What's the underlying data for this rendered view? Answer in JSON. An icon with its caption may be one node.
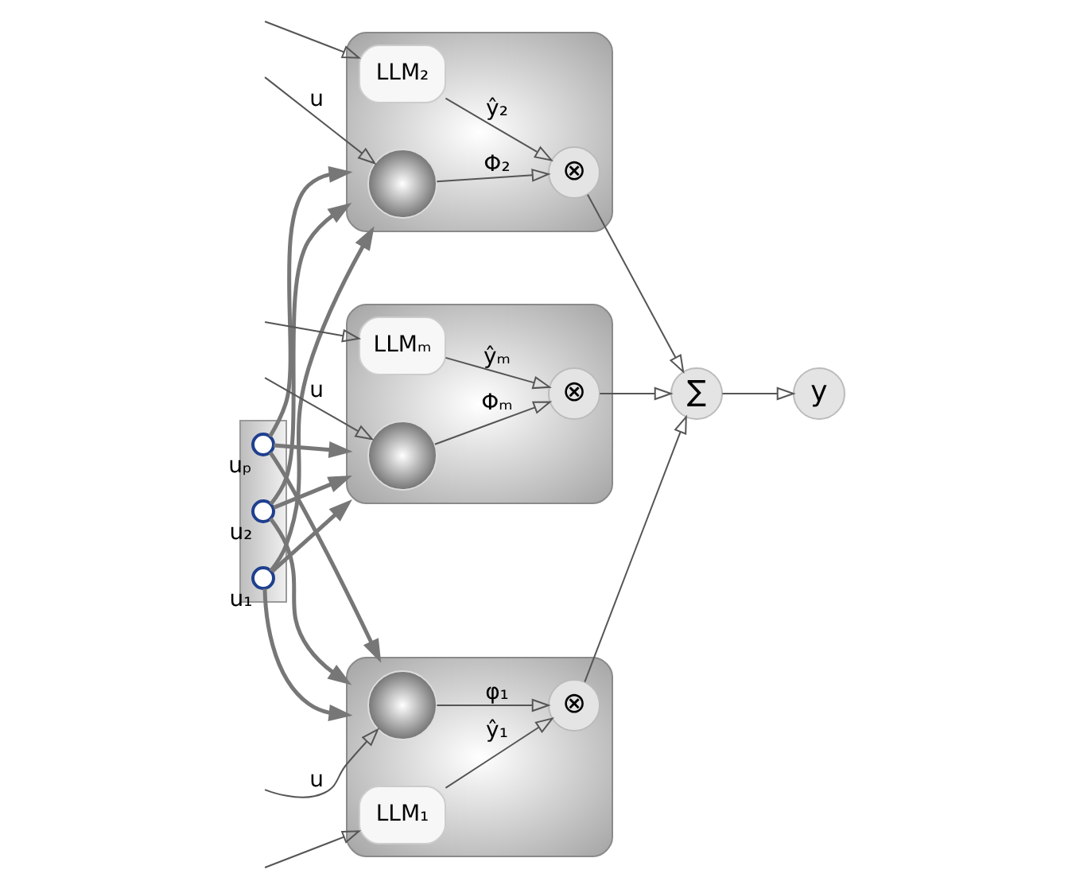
{
  "diagram": {
    "nodes": [
      {
        "text": [],
        "shape": "bar"
      },
      {
        "text": [],
        "shape": "circle",
        "in": 0,
        "beside": [
          "u₁"
        ]
      },
      {
        "text": [],
        "shape": "circle",
        "in": 0,
        "beside": [
          "u₂"
        ]
      },
      {
        "text": [],
        "shape": "circle",
        "in": 0,
        "beside": [
          "uₚ"
        ]
      },
      {
        "text": [],
        "shape": "ellipse"
      },
      {
        "text": [],
        "shape": "picture",
        "in": 4
      },
      {
        "text": [
          "LLM₁"
        ],
        "in": 4
      },
      {
        "text": [
          "⊗"
        ],
        "in": 4
      },
      {
        "text": [],
        "shape": "ellipse"
      },
      {
        "text": [],
        "shape": "picture",
        "in": 8
      },
      {
        "text": [
          "LLM₂"
        ],
        "in": 8
      },
      {
        "text": [
          "⊗"
        ],
        "in": 8
      },
      {
        "text": [],
        "shape": "ellipse"
      },
      {
        "text": [],
        "shape": "picture",
        "in": 12
      },
      {
        "text": [
          "LLMₘ"
        ],
        "in": 12
      },
      {
        "text": [
          "⊗"
        ],
        "in": 12
      },
      {
        "text": [
          "∑"
        ]
      },
      {
        "text": [
          "y"
        ]
      }
    ],
    "edges": [
      {
        "from": 1,
        "to": 4,
        "arrow": "to",
        "style": "thick"
      },
      {
        "from": 1,
        "to": 8,
        "arrow": "to",
        "style": "thick"
      },
      {
        "from": 1,
        "to": 12,
        "arrow": "to",
        "style": "thick"
      },
      {
        "from": 2,
        "to": 4,
        "arrow": "to",
        "style": "thick"
      },
      {
        "from": 2,
        "to": 8,
        "arrow": "to",
        "style": "thick"
      },
      {
        "from": 2,
        "to": 12,
        "arrow": "to",
        "style": "thick"
      },
      {
        "from": 3,
        "to": 4,
        "arrow": "to",
        "style": "thick"
      },
      {
        "from": 3,
        "to": 8,
        "arrow": "to",
        "style": "thick"
      },
      {
        "from": 3,
        "to": 12,
        "arrow": "to",
        "style": "thick"
      },
      {
        "from": null,
        "to": 5,
        "arrow": "to",
        "label": "u"
      },
      {
        "from": null,
        "to": 6,
        "arrow": "to"
      },
      {
        "from": 5,
        "to": 7,
        "arrow": "to",
        "label": "φ₁"
      },
      {
        "from": 6,
        "to": 7,
        "arrow": "to",
        "label": "ŷ₁"
      },
      {
        "from": null,
        "to": 9,
        "arrow": "to",
        "label": "u"
      },
      {
        "from": null,
        "to": 10,
        "arrow": "to"
      },
      {
        "from": 9,
        "to": 11,
        "arrow": "to",
        "label": "Φ₂"
      },
      {
        "from": 10,
        "to": 11,
        "arrow": "to",
        "label": "ŷ₂"
      },
      {
        "from": null,
        "to": 13,
        "arrow": "to",
        "label": "u"
      },
      {
        "from": null,
        "to": 14,
        "arrow": "to"
      },
      {
        "from": 13,
        "to": 15,
        "arrow": "to",
        "label": "Φₘ"
      },
      {
        "from": 14,
        "to": 15,
        "arrow": "to",
        "label": "ŷₘ"
      },
      {
        "from": 7,
        "to": 16,
        "arrow": "to"
      },
      {
        "from": 11,
        "to": 16,
        "arrow": "to"
      },
      {
        "from": 15,
        "to": 16,
        "arrow": "to"
      },
      {
        "from": 16,
        "to": 17,
        "arrow": "to"
      }
    ]
  }
}
